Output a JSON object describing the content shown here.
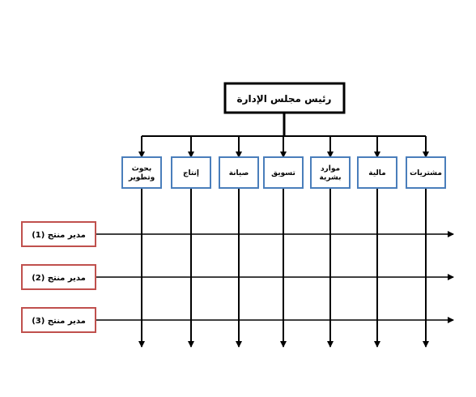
{
  "board": {
    "label": "رئيس مجلس الإدارة"
  },
  "departments": [
    {
      "id": "rnd",
      "lines": [
        "بحوث",
        "وتطوير"
      ]
    },
    {
      "id": "production",
      "lines": [
        "إنتاج"
      ]
    },
    {
      "id": "maintenance",
      "lines": [
        "صيانة"
      ]
    },
    {
      "id": "marketing",
      "lines": [
        "تسويق"
      ]
    },
    {
      "id": "hr",
      "lines": [
        "موارد",
        "بشرية"
      ]
    },
    {
      "id": "finance",
      "lines": [
        "مالية"
      ]
    },
    {
      "id": "purchasing",
      "lines": [
        "مشتريات"
      ]
    }
  ],
  "product_managers": [
    {
      "id": "pm1",
      "label": "مدير منتج (1)"
    },
    {
      "id": "pm2",
      "label": "مدير منتج (2)"
    },
    {
      "id": "pm3",
      "label": "مدير منتج (3)"
    }
  ],
  "colors": {
    "board_border": "#000000",
    "department_border": "#4a7ebb",
    "manager_border": "#c0504d",
    "line": "#000000"
  }
}
